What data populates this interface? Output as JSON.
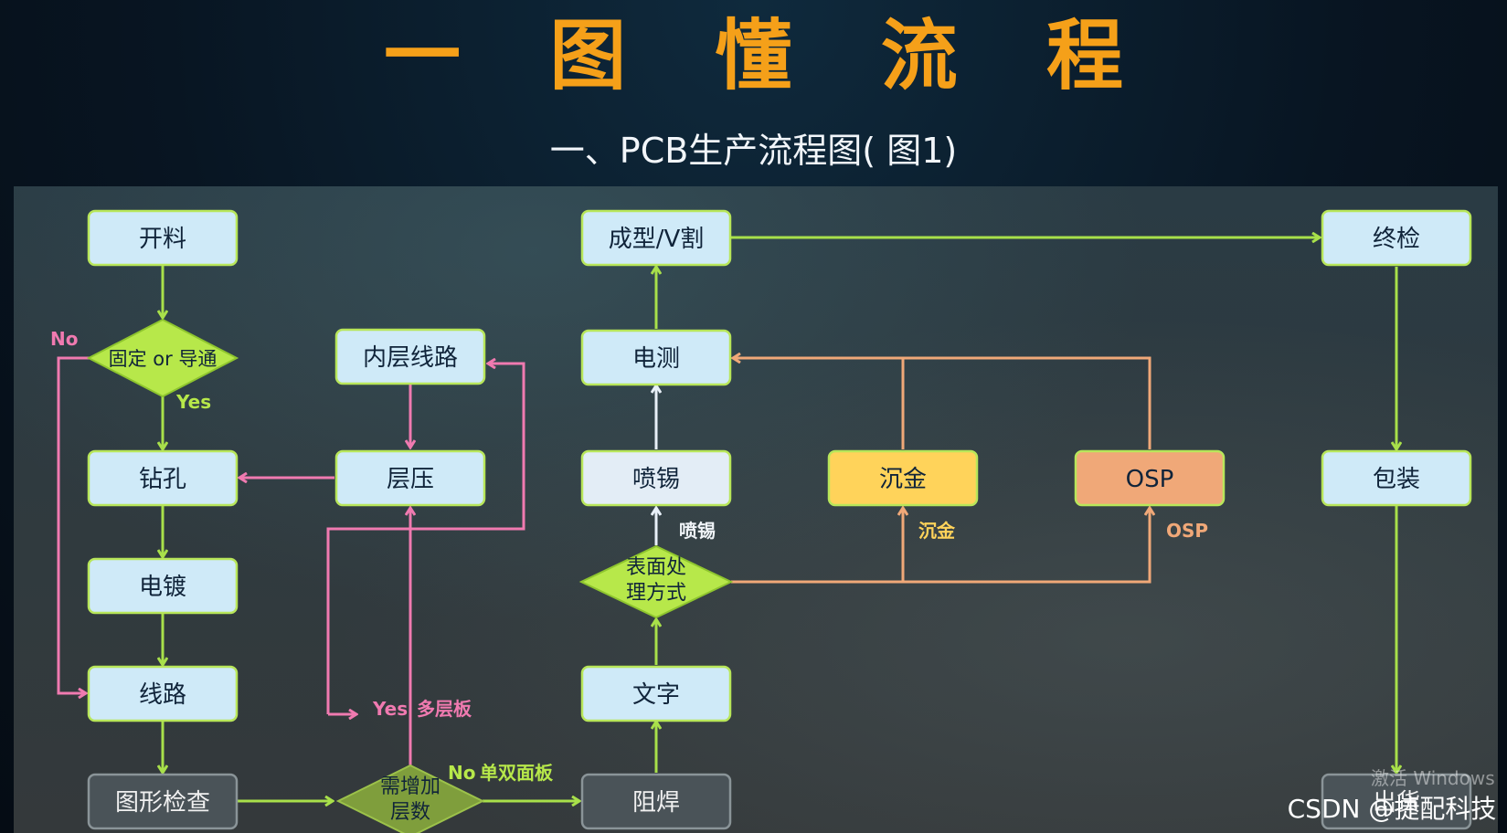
{
  "title": "一 图 懂 流 程",
  "subtitle": "一、PCB生产流程图( 图1)",
  "nodes": {
    "kailiao": "开料",
    "guding": "固定 or 导通",
    "zuankong": "钻孔",
    "diandu": "电镀",
    "xianlu": "线路",
    "tuxing": "图形检查",
    "neiceng": "内层线路",
    "cengya": "层压",
    "xuzengjia": "需增加层数",
    "chengxing": "成型/V割",
    "dianche": "电测",
    "penxi": "喷锡",
    "biaomian": "表面处理方式",
    "wenzi": "文字",
    "zuhan": "阻焊",
    "chenjin": "沉金",
    "osp": "OSP",
    "zhongjian": "终检",
    "baozhuang": "包装",
    "chuhuo": "出货"
  },
  "labels": {
    "no_left": "No",
    "yes_left": "Yes",
    "yes_multi": "Yes",
    "multi_layer": "多层板",
    "no_single": "No",
    "single_double": "单双面板",
    "penxi_branch": "喷锡",
    "chenjin_branch": "沉金",
    "osp_branch": "OSP"
  },
  "colors": {
    "title": "#f5a019",
    "node_fill": "#cfeaf8",
    "node_border": "#b8e65a",
    "penxi_fill": "#e3edf6",
    "chenjin_fill": "#ffd35a",
    "osp_fill": "#f0a878",
    "decision_fill": "#b7e84a",
    "dark_node_fill": "#4a5358",
    "green_arrow": "#a8e04a",
    "pink_arrow": "#f07ab0",
    "orange_arrow": "#f0a878",
    "white_arrow": "#e8f0f8"
  },
  "watermark": "CSDN @捷配科技",
  "activate_windows": "激活 Windows"
}
